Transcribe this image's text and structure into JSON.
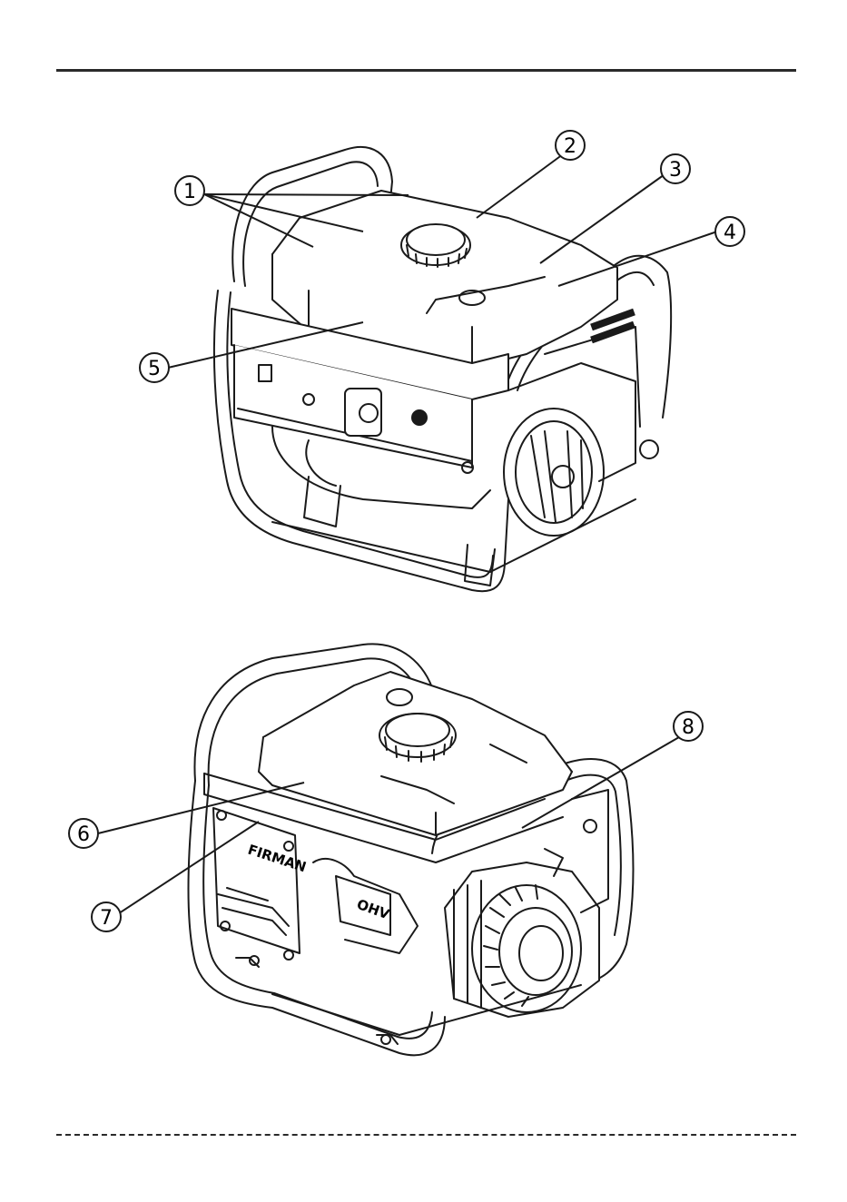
{
  "callouts_top": [
    {
      "number": "1"
    },
    {
      "number": "2"
    },
    {
      "number": "3"
    },
    {
      "number": "4"
    },
    {
      "number": "5"
    }
  ],
  "callouts_bottom": [
    {
      "number": "6"
    },
    {
      "number": "7"
    },
    {
      "number": "8"
    }
  ],
  "brand_label": "FIRMAN",
  "engine_label": "OHV"
}
